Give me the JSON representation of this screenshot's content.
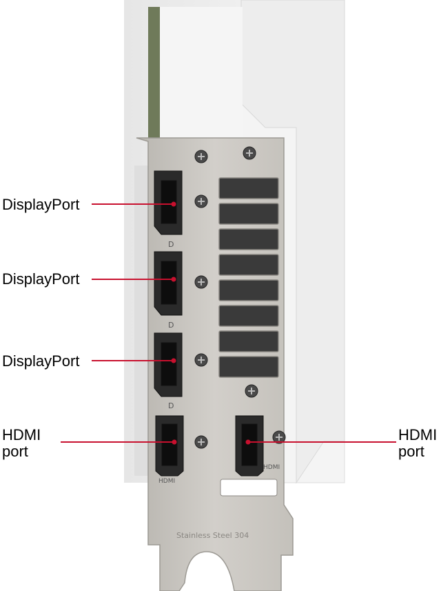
{
  "labels": {
    "displayport_1": "DisplayPort",
    "displayport_2": "DisplayPort",
    "displayport_3": "DisplayPort",
    "hdmi_left": "HDMI\nport",
    "hdmi_right": "HDMI\nport"
  },
  "bracket_markings": {
    "dp_logo": "D",
    "hdmi_left": "HDMI",
    "hdmi_right": "HDMI",
    "steel": "Stainless Steel 304"
  },
  "colors": {
    "leader_line": "#c8102e",
    "bracket": "#c9c6c0",
    "shroud": "#f2f2f2"
  }
}
